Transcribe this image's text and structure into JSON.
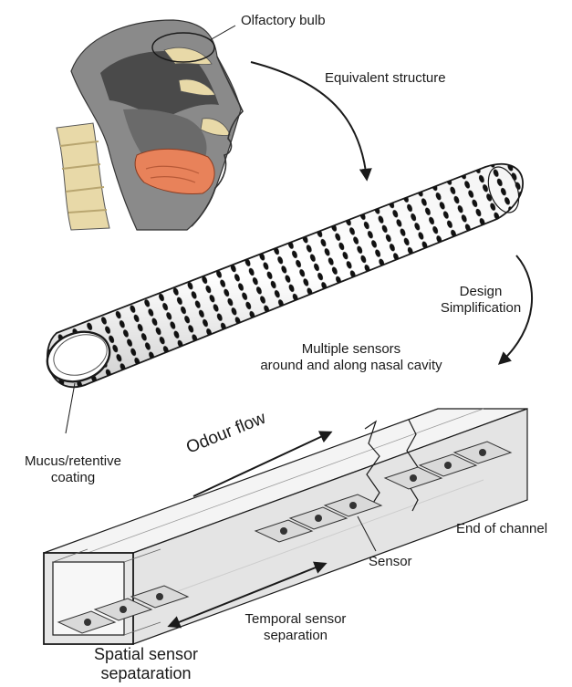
{
  "labels": {
    "olfactory_bulb": "Olfactory bulb",
    "equivalent_structure": "Equivalent structure",
    "design_simplification": [
      "Design",
      "Simplification"
    ],
    "multiple_sensors": [
      "Multiple sensors",
      "around and along nasal cavity"
    ],
    "mucus_coating": [
      "Mucus/retentive",
      "coating"
    ],
    "odour_flow": "Odour flow",
    "end_of_channel": "End of channel",
    "sensor": "Sensor",
    "temporal_separation": [
      "Temporal sensor",
      "separation"
    ],
    "spatial_separation": [
      "Spatial sensor",
      "sepataration"
    ]
  },
  "colors": {
    "line": "#1a1a1a",
    "tissue_gray": "#8a8a8a",
    "tissue_dark": "#4a4a4a",
    "tissue_orange": "#e8825a",
    "bone_beige": "#e8d9a8",
    "channel_fill": "#ececec",
    "sensor_fill": "#d9d9d9"
  },
  "icons": [
    "nasal-anatomy-illustration",
    "perforated-tube-illustration",
    "sensor-channel-illustration"
  ]
}
